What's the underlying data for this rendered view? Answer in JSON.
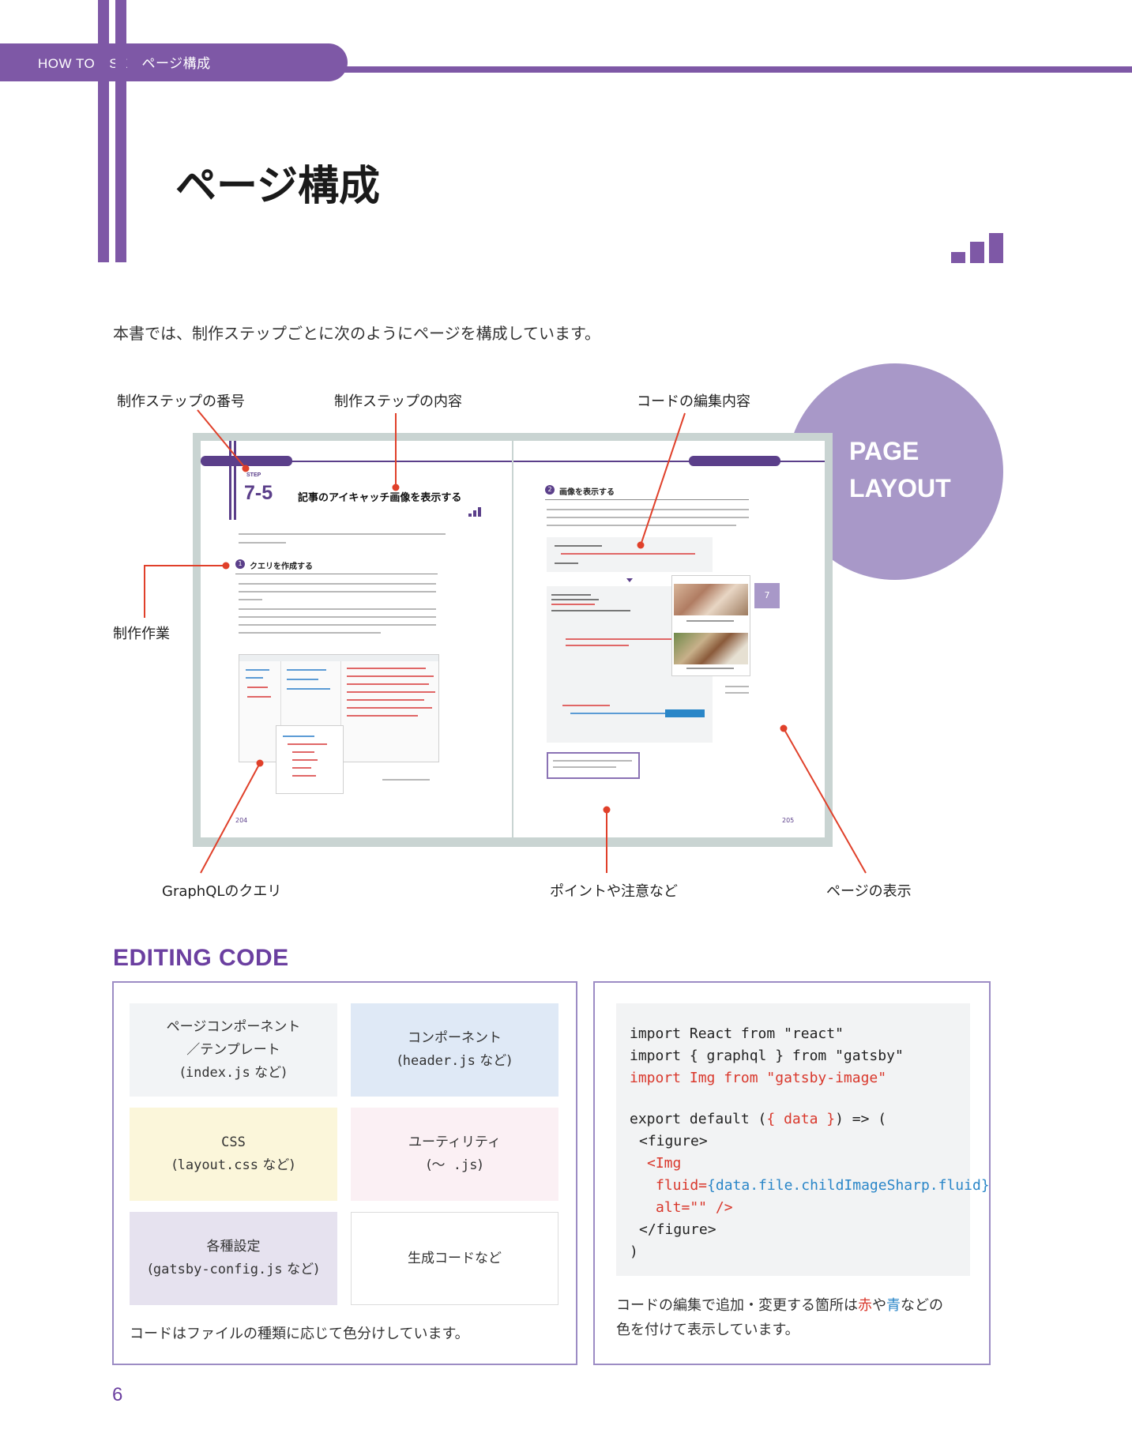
{
  "header": {
    "label": "HOW TO USE　ページ構成",
    "title": "ページ構成",
    "intro": "本書では、制作ステップごとに次のようにページを構成しています。"
  },
  "layout_badge": {
    "line1": "PAGE",
    "line2": "LAYOUT"
  },
  "callouts": {
    "step_number": "制作ステップの番号",
    "step_content": "制作ステップの内容",
    "code_edit": "コードの編集内容",
    "task": "制作作業",
    "graphql": "GraphQLのクエリ",
    "points": "ポイントや注意など",
    "display": "ページの表示"
  },
  "spread": {
    "step_label": "STEP",
    "step_number": "7-5",
    "step_title": "記事のアイキャッチ画像を表示する",
    "task1_num": "1",
    "task1_title": "クエリを作成する",
    "task2_num": "2",
    "task2_title": "画像を表示する",
    "chapter_tab": "7",
    "left_page": "204",
    "right_page": "205"
  },
  "editing_code": {
    "title": "EDITING CODE",
    "categories": [
      {
        "line1": "ページコンポーネント",
        "line2": "／テンプレート",
        "code": "index.js",
        "suffix": " など"
      },
      {
        "line1": "コンポーネント",
        "code": "header.js",
        "suffix": " など"
      },
      {
        "line1": "CSS",
        "code": "layout.css",
        "suffix": " など"
      },
      {
        "line1": "ユーティリティ",
        "code": "〜 .js"
      },
      {
        "line1": "各種設定",
        "code": "gatsby-config.js",
        "suffix": " など"
      },
      {
        "line1": "生成コードなど"
      }
    ],
    "caption_left": "コードはファイルの種類に応じて色分けしています。",
    "code_lines": [
      "import React from \"react\"",
      "import { graphql } from \"gatsby\"",
      "import Img from \"gatsby-image\"",
      "export default (",
      "{ data }",
      ") => (",
      "<figure>",
      "<Img",
      "fluid=",
      "{data.file.childImageSharp.fluid}",
      "alt=\"\" />",
      "</figure>",
      ")"
    ],
    "caption_right_1": "コードの編集で追加・変更する箇所は",
    "caption_right_red": "赤",
    "caption_right_mid": "や",
    "caption_right_blue": "青",
    "caption_right_2": "などの",
    "caption_right_3": "色を付けて表示しています。",
    "colors": {
      "accent": "#7e58a6",
      "added": "#d9382c",
      "changed": "#2a86c8"
    }
  },
  "folio": "6"
}
